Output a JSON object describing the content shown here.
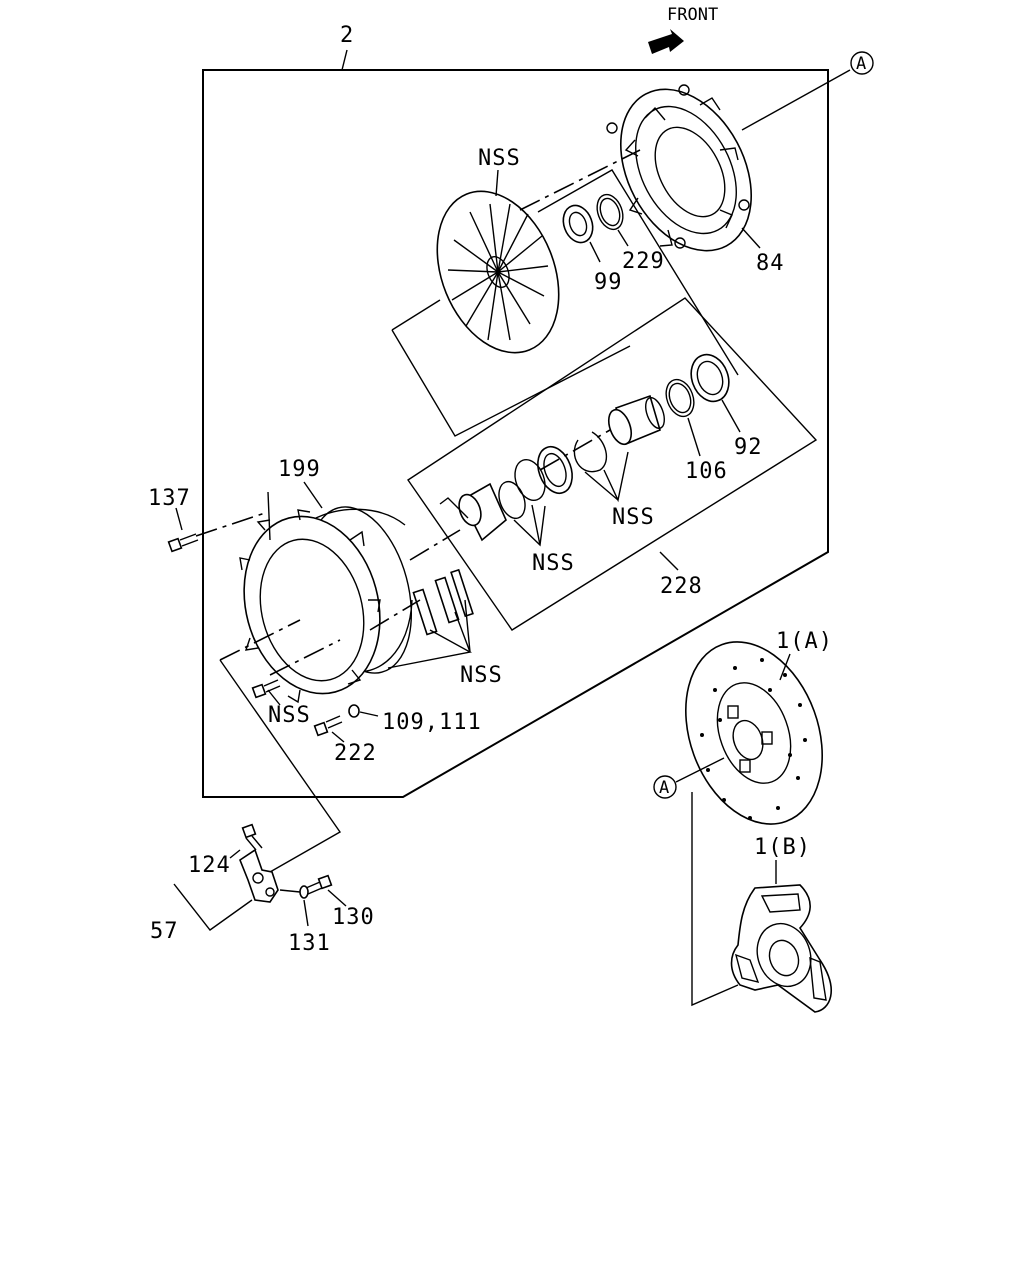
{
  "direction": {
    "front_label": "FRONT"
  },
  "labels": {
    "assembly_2": "2",
    "ref_a_top": "A",
    "ref_a_bottom": "A",
    "nss_pressure_plate": "NSS",
    "p229": "229",
    "p99": "99",
    "p84": "84",
    "p92": "92",
    "p106": "106",
    "nss_sleeve": "NSS",
    "nss_bearing": "NSS",
    "p228": "228",
    "p199": "199",
    "p137": "137",
    "nss_clips": "NSS",
    "nss_bolt": "NSS",
    "p222": "222",
    "p109_111": "109,111",
    "p1a": "1(A)",
    "p1b": "1(B)",
    "p124": "124",
    "p57": "57",
    "p130": "130",
    "p131": "131"
  },
  "colors": {
    "line": "#000000",
    "background": "#ffffff"
  }
}
